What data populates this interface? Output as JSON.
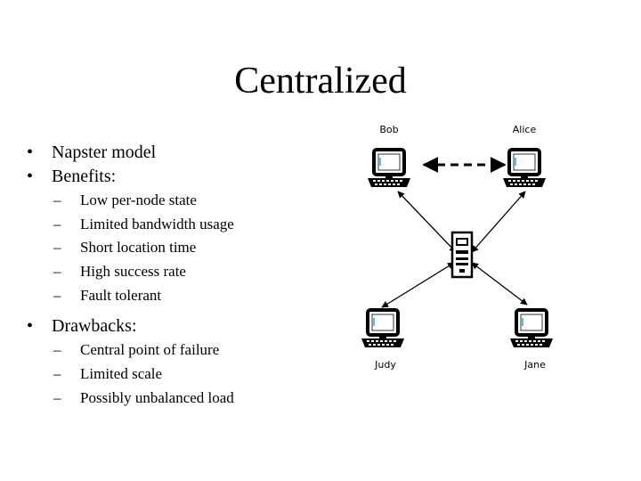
{
  "slide": {
    "title": "Centralized",
    "bullets": [
      {
        "text": "Napster model"
      },
      {
        "text": "Benefits:",
        "sub": [
          "Low per-node state",
          "Limited bandwidth usage",
          "Short location time",
          "High success rate",
          "Fault tolerant"
        ]
      },
      {
        "text": "Drawbacks:",
        "sub": [
          "Central point of failure",
          "Limited scale",
          "Possibly unbalanced load"
        ]
      }
    ],
    "bullet_symbol": "•",
    "sub_bullet_symbol": "–"
  },
  "diagram": {
    "nodes": [
      {
        "id": "bob",
        "label": "Bob",
        "icon": "computer-icon"
      },
      {
        "id": "alice",
        "label": "Alice",
        "icon": "computer-icon"
      },
      {
        "id": "judy",
        "label": "Judy",
        "icon": "computer-icon"
      },
      {
        "id": "jane",
        "label": "Jane",
        "icon": "computer-icon"
      },
      {
        "id": "server",
        "label": "",
        "icon": "server-icon"
      }
    ],
    "edges": [
      {
        "from": "bob",
        "to": "alice",
        "style": "dashed"
      },
      {
        "from": "bob",
        "to": "server",
        "style": "solid"
      },
      {
        "from": "alice",
        "to": "server",
        "style": "solid"
      },
      {
        "from": "judy",
        "to": "server",
        "style": "solid"
      },
      {
        "from": "jane",
        "to": "server",
        "style": "solid"
      }
    ]
  }
}
